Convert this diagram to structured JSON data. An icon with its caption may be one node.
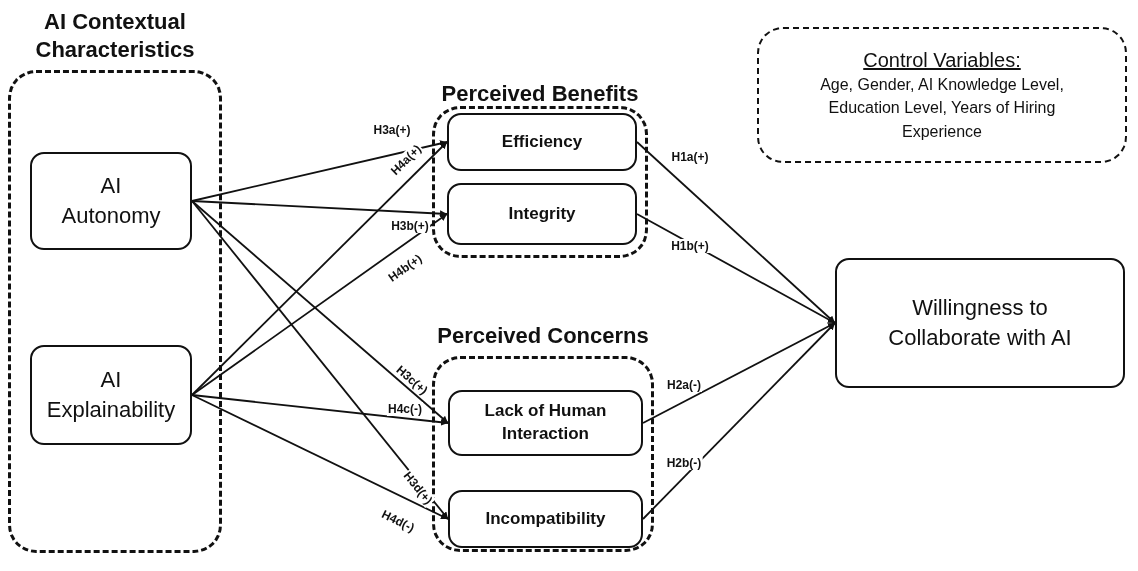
{
  "diagram": {
    "nodes": [
      {
        "text": [
          "AI Contextual Characteristics"
        ]
      },
      {
        "text": [
          "AI Autonomy"
        ],
        "in": 0
      },
      {
        "text": [
          "AI Explainability"
        ],
        "in": 0
      },
      {
        "text": [
          "Perceived Benefits"
        ]
      },
      {
        "text": [
          "Efficiency"
        ],
        "in": 3
      },
      {
        "text": [
          "Integrity"
        ],
        "in": 3
      },
      {
        "text": [
          "Perceived Concerns"
        ]
      },
      {
        "text": [
          "Lack of Human Interaction"
        ],
        "in": 6
      },
      {
        "text": [
          "Incompatibility"
        ],
        "in": 6
      },
      {
        "text": [
          "Willingness to Collaborate with AI"
        ]
      },
      {
        "text": [
          "Control Variables:",
          "Age, Gender, AI Knowledge Level, Education Level, Years of Hiring Experience"
        ]
      }
    ],
    "edges": [
      {
        "from": 1,
        "to": 4,
        "arrow": "to",
        "label": "H3a(+)"
      },
      {
        "from": 2,
        "to": 4,
        "arrow": "to",
        "label": "H4a(+)"
      },
      {
        "from": 1,
        "to": 5,
        "arrow": "to",
        "label": "H3b(+)"
      },
      {
        "from": 2,
        "to": 5,
        "arrow": "to",
        "label": "H4b(+)"
      },
      {
        "from": 1,
        "to": 7,
        "arrow": "to",
        "label": "H3c(+)"
      },
      {
        "from": 2,
        "to": 7,
        "arrow": "to",
        "label": "H4c(-)"
      },
      {
        "from": 1,
        "to": 8,
        "arrow": "to",
        "label": "H3d(+)"
      },
      {
        "from": 2,
        "to": 8,
        "arrow": "to",
        "label": "H4d(-)"
      },
      {
        "from": 4,
        "to": 9,
        "arrow": "to",
        "label": "H1a(+)"
      },
      {
        "from": 5,
        "to": 9,
        "arrow": "to",
        "label": "H1b(+)"
      },
      {
        "from": 7,
        "to": 9,
        "arrow": "to",
        "label": "H2a(-)"
      },
      {
        "from": 8,
        "to": 9,
        "arrow": "to",
        "label": "H2b(-)"
      }
    ]
  }
}
